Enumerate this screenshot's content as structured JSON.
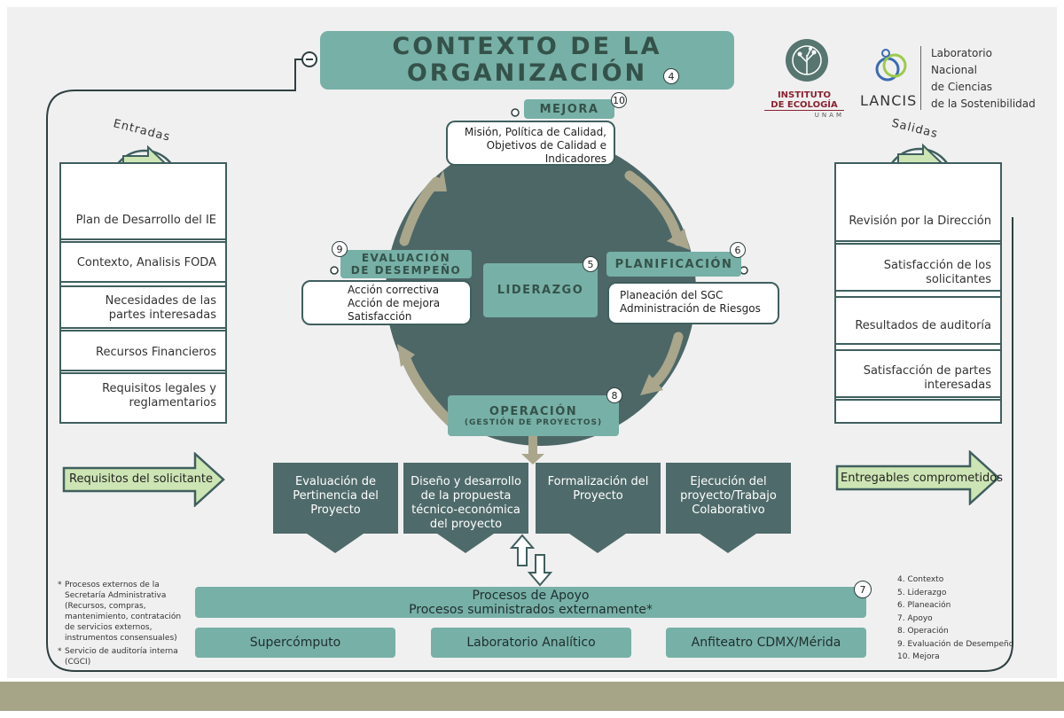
{
  "title": {
    "line1": "CONTEXTO DE LA",
    "line2": "ORGANIZACIÓN",
    "num": "4"
  },
  "logos": {
    "ie_line1": "INSTITUTO",
    "ie_line2": "DE ECOLOGÍA",
    "ie_line3": "UNAM",
    "lancis": "LANCIS",
    "lancis_desc1": "Laboratorio",
    "lancis_desc2": "Nacional",
    "lancis_desc3": "de Ciencias",
    "lancis_desc4": "de la Sostenibilidad"
  },
  "inputs": {
    "heading": "Entradas",
    "items": [
      "Plan de Desarrollo del IE",
      "Contexto, Analisis FODA",
      "Necesidades de las partes interesadas",
      "Recursos Financieros",
      "Requisitos legales y reglamentarios"
    ],
    "arrow_label": "Requisitos del solicitante"
  },
  "outputs": {
    "heading": "Salidas",
    "items": [
      "Revisión por la Dirección",
      "Satisfacción de los solicitantes",
      "Resultados de auditoría",
      "Satisfacción de partes interesadas"
    ],
    "arrow_label": "Entregables comprometidos"
  },
  "cycle": {
    "mejora": {
      "label": "MEJORA",
      "num": "10",
      "note": "Misión, Política de Calidad, Objetivos de Calidad e Indicadores"
    },
    "planificacion": {
      "label": "PLANIFICACIÓN",
      "num": "6",
      "note1": "Planeación del SGC",
      "note2": "Administración de Riesgos"
    },
    "evaluacion": {
      "label1": "EVALUACIÓN",
      "label2": "DE DESEMPEÑO",
      "num": "9",
      "note1": "Acción correctiva",
      "note2": "Acción de mejora",
      "note3": "Satisfacción"
    },
    "liderazgo": {
      "label": "LIDERAZGO",
      "num": "5"
    },
    "operacion": {
      "label1": "OPERACIÓN",
      "label2": "(GESTIÓN DE PROYECTOS)",
      "num": "8"
    }
  },
  "processes": [
    "Evaluación de Pertinencia del Proyecto",
    "Diseño y desarrollo de la propuesta técnico-económica del proyecto",
    "Formalización del Proyecto",
    "Ejecución del proyecto/Trabajo Colaborativo"
  ],
  "support": {
    "main1": "Procesos de Apoyo",
    "main2": "Procesos suministrados externamente*",
    "num": "7",
    "items": [
      "Supercómputo",
      "Laboratorio Analítico",
      "Anfiteatro CDMX/Mérida"
    ]
  },
  "footnote": {
    "note1": "Procesos externos de la Secretaría Administrativa (Recursos, compras, mantenimiento, contratación de servicios externos, instrumentos consensuales)",
    "note2": "Servicio de auditoría interna (CGCI)"
  },
  "legend": [
    "4. Contexto",
    "5. Liderazgo",
    "6. Planeación",
    "7. Apoyo",
    "8. Operación",
    "9. Evaluación de Desempeño",
    "10. Mejora"
  ],
  "colors": {
    "teal": "#77b0a6",
    "dark_slate": "#4f6a6a",
    "circle": "#4d6767",
    "olive_arrow": "#a9a68c",
    "green_arrow": "#cde5b4",
    "footer": "#a6a587"
  }
}
